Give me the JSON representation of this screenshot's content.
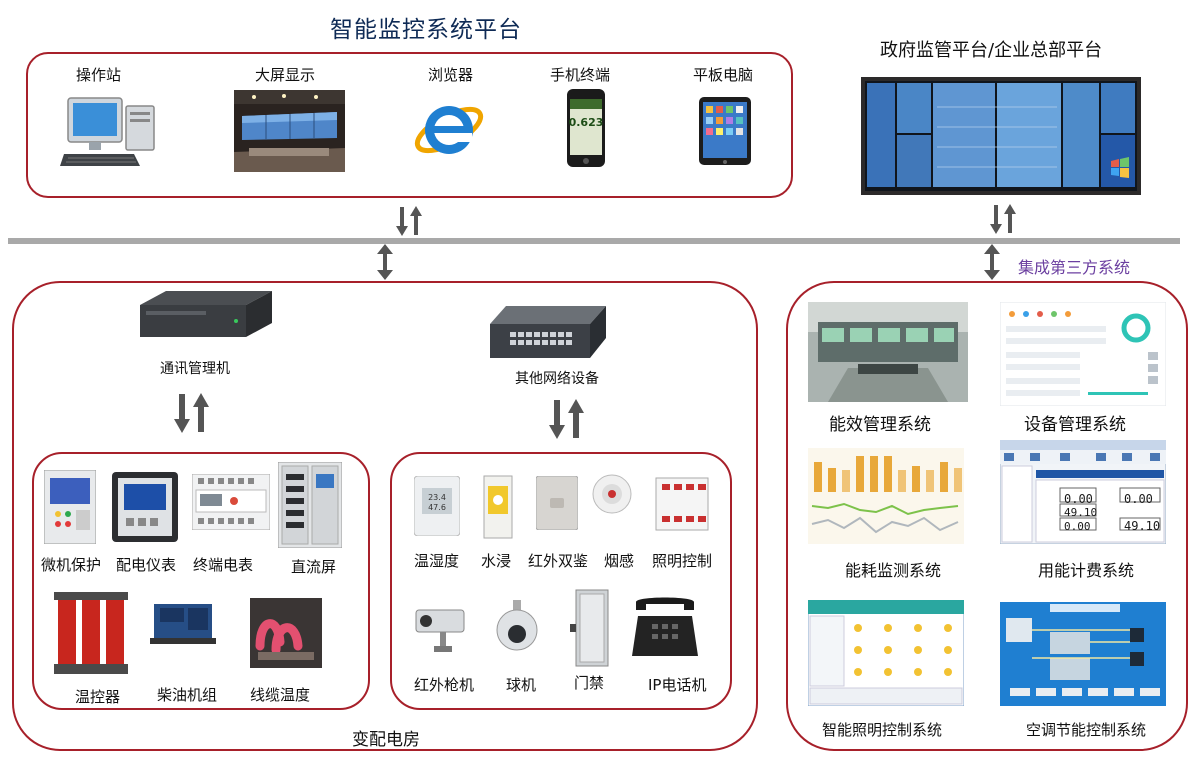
{
  "titles": {
    "main": "智能监控系统平台",
    "gov": "政府监管平台/企业总部平台",
    "third_party": "集成第三方系统",
    "substation": "变配电房"
  },
  "top_devices": [
    "操作站",
    "大屏显示",
    "浏览器",
    "手机终端",
    "平板电脑"
  ],
  "phone_reading": "0.623",
  "managers": {
    "comm": "通讯管理机",
    "network": "其他网络设备"
  },
  "power_devices": [
    "微机保护",
    "配电仪表",
    "终端电表",
    "直流屏",
    "温控器",
    "柴油机组",
    "线缆温度"
  ],
  "sensors_row1": [
    "温湿度",
    "水浸",
    "红外双鉴",
    "烟感",
    "照明控制"
  ],
  "sensors_row2": [
    "红外枪机",
    "球机",
    "门禁",
    "IP电话机"
  ],
  "third_party_systems": [
    "能效管理系统",
    "设备管理系统",
    "能耗监测系统",
    "用能计费系统",
    "智能照明控制系统",
    "空调节能控制系统"
  ],
  "billing_values": [
    "0.00",
    "0.00",
    "49.10",
    "0.00",
    "49.10"
  ],
  "colors": {
    "frame": "#a7202a",
    "title": "#0e2a55",
    "third_party": "#6b3fa0",
    "bus": "#a9a9a9"
  }
}
